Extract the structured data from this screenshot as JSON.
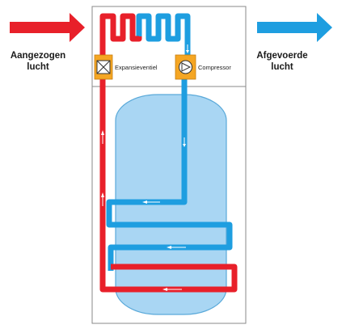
{
  "labels": {
    "intake_air_line1": "Aangezogen",
    "intake_air_line2": "lucht",
    "exhaust_air_line1": "Afgevoerde",
    "exhaust_air_line2": "lucht",
    "expansion_valve": "Expansieventiel",
    "compressor": "Compressor"
  },
  "colors": {
    "hot_pipe": "#e8202a",
    "cold_pipe": "#1e9ee0",
    "tank_fill": "#a9d6f3",
    "tank_outline": "#5aa9d9",
    "component_box": "#f5a623",
    "housing_outline": "#888888"
  },
  "icons": {
    "intake_arrow": "right-arrow-red",
    "exhaust_arrow": "right-arrow-blue",
    "expansion_valve": "valve-x-icon",
    "compressor": "compressor-icon"
  }
}
